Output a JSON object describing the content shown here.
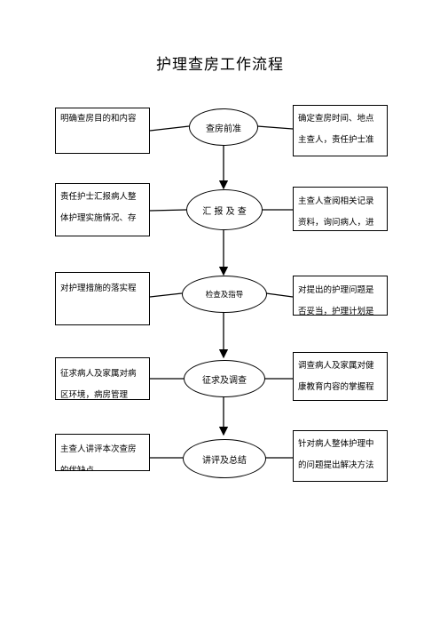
{
  "title": "护理查房工作流程",
  "steps": [
    {
      "oval": "查房前准",
      "left": [
        "",
        "明确查房目的和内容"
      ],
      "right": [
        "确定查房时间、地点",
        "主查人，责任护士准"
      ]
    },
    {
      "oval": "汇 报 及 查",
      "left": [
        "责任护士汇报病人整",
        "体护理实施情况、存"
      ],
      "right": [
        "主查人查阅相关记录",
        "资料，询问病人，进"
      ]
    },
    {
      "oval": "检查及指导",
      "left": [
        "",
        "对护理措施的落实程"
      ],
      "right": [
        "对提出的护理问题是",
        "否妥当，护理计划是"
      ]
    },
    {
      "oval": "征求及调查",
      "left": [
        "征求病人及家属对病",
        "区环境，病房管理"
      ],
      "right": [
        "调查病人及家属对健",
        "康教育内容的掌握程"
      ]
    },
    {
      "oval": "讲评及总结",
      "left": [
        "主查人讲评本次查房",
        "的优缺点"
      ],
      "right": [
        "针对病人整体护理中",
        "的问题提出解决方法"
      ]
    }
  ]
}
